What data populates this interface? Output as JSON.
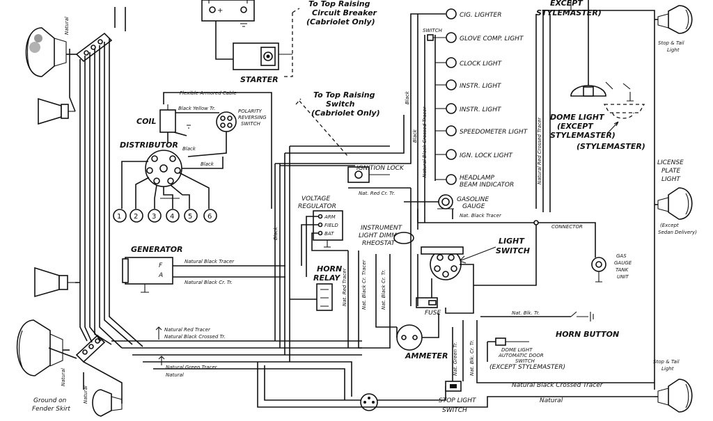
{
  "labels": {
    "top_raising_breaker_1": "To Top Raising",
    "top_raising_breaker_2": "Circuit Breaker",
    "top_raising_breaker_3": "(Cabriolet Only)",
    "except": "EXCEPT",
    "stylemaster_top": "STYLEMASTER)",
    "starter": "STARTER",
    "flexible_cable": "Flexible Armored Cable",
    "coil": "COIL",
    "black_yellow": "Black Yellow Tr.",
    "polarity_1": "POLARITY",
    "polarity_2": "REVERSING",
    "polarity_3": "SWITCH",
    "distributor": "DISTRIBUTOR",
    "black_1": "Black",
    "black_2": "Black",
    "top_switch_1": "To Top Raising",
    "top_switch_2": "Switch",
    "top_switch_3": "(Cabriolet Only)",
    "ignition_lock": "IGNITION LOCK",
    "nat_red_cr": "Nat. Red Cr. Tr.",
    "voltage_reg_1": "VOLTAGE",
    "voltage_reg_2": "REGULATOR",
    "arm": "ARM",
    "field": "FIELD",
    "bat": "BAT",
    "generator": "GENERATOR",
    "gen_f": "F",
    "gen_a": "A",
    "nat_black_tracer_gen": "Natural Black Tracer",
    "nat_black_cr_gen": "Natural Black Cr. Tr.",
    "horn_relay_1": "HORN",
    "horn_relay_2": "RELAY",
    "instrument_dimmer_1": "INSTRUMENT",
    "instrument_dimmer_2": "LIGHT DIMMER",
    "instrument_dimmer_3": "RHEOSTAT",
    "light_switch_1": "LIGHT",
    "light_switch_2": "SWITCH",
    "fuse": "FUSE",
    "ammeter": "AMMETER",
    "stop_light_switch_1": "STOP LIGHT",
    "stop_light_switch_2": "SWITCH",
    "cig_lighter": "CIG. LIGHTER",
    "switch_small": "SWITCH",
    "glove_comp": "GLOVE COMP. LIGHT",
    "clock_light": "CLOCK LIGHT",
    "instr_light_1": "INSTR. LIGHT",
    "instr_light_2": "INSTR. LIGHT",
    "speedometer": "SPEEDOMETER LIGHT",
    "ign_lock_light": "IGN. LOCK LIGHT",
    "headlamp_beam_1": "HEADLAMP",
    "headlamp_beam_2": "BEAM INDICATOR",
    "gasoline_gauge_1": "GASOLINE",
    "gasoline_gauge_2": "GAUGE",
    "nat_black_tracer_gas": "Nat. Black Tracer",
    "dome_light_1": "DOME LIGHT",
    "dome_light_2": "(EXCEPT",
    "dome_light_3": "STYLEMASTER)",
    "stylemaster_paren": "(STYLEMASTER)",
    "connector": "CONNECTOR",
    "gas_gauge_tank_1": "GAS",
    "gas_gauge_tank_2": "GAUGE",
    "gas_gauge_tank_3": "TANK",
    "gas_gauge_tank_4": "UNIT",
    "nat_blk_tr": "Nat. Blk. Tr.",
    "horn_button": "HORN BUTTON",
    "dome_door_switch_1": "DOME LIGHT",
    "dome_door_switch_2": "AUTOMATIC DOOR",
    "dome_door_switch_3": "SWITCH",
    "dome_door_switch_4": "(EXCEPT STYLEMASTER)",
    "nat_black_crossed_tracer": "Natural Black Crossed Tracer",
    "natural_bottom": "Natural",
    "stop_tail_light_1": "Stop & Tail",
    "stop_tail_light_2": "Light",
    "stop_tail_light_top_1": "Stop & Tail",
    "stop_tail_light_top_2": "Light",
    "license_1": "LICENSE",
    "license_2": "PLATE",
    "license_3": "LIGHT",
    "except_sedan_1": "(Except",
    "except_sedan_2": "Sedan Delivery)",
    "natural_red_tracer": "Natural Red Tracer",
    "natural_black_crossed_tr": "Natural Black Crossed Tr.",
    "natural_green_tracer": "Natural Green Tracer",
    "natural_left": "Natural",
    "ground_fender_1": "Ground on",
    "ground_fender_2": "Fender Skirt",
    "natural_vert_top": "Natural",
    "natural_vert_bottom": "Natural",
    "black_vert_1": "Black",
    "black_vert_2": "Black",
    "black_vert_3": "Black",
    "nat_black_cr_tracer_v": "Natural Black Cr. Tracer",
    "natural_red_crossed_tr_v": "Natural Red Crossed Tr.",
    "nat_red_tracer_v": "Nat. Red Tracer",
    "nat_black_cr_tracer_v2": "Nat. Black Cr. Tracer",
    "nat_black_cr_tr_v3": "Nat. Black Cr. Tr.",
    "nat_black_cr_tr_v4": "Nat. Black Cr. Tr.",
    "nat_green_tr_v": "Nat. Green Tr.",
    "nat_blk_cr_tr_v": "Nat. Blk. Cr. Tr.",
    "natural_red_crossed_tracer_v2": "Natural Red Crossed Tracer",
    "natural_black_crossed_tracer_v": "Natural Black Crossed Tracer",
    "num_1": "1",
    "num_2": "2",
    "num_3": "3",
    "num_4": "4",
    "num_5": "5",
    "num_6": "6"
  }
}
